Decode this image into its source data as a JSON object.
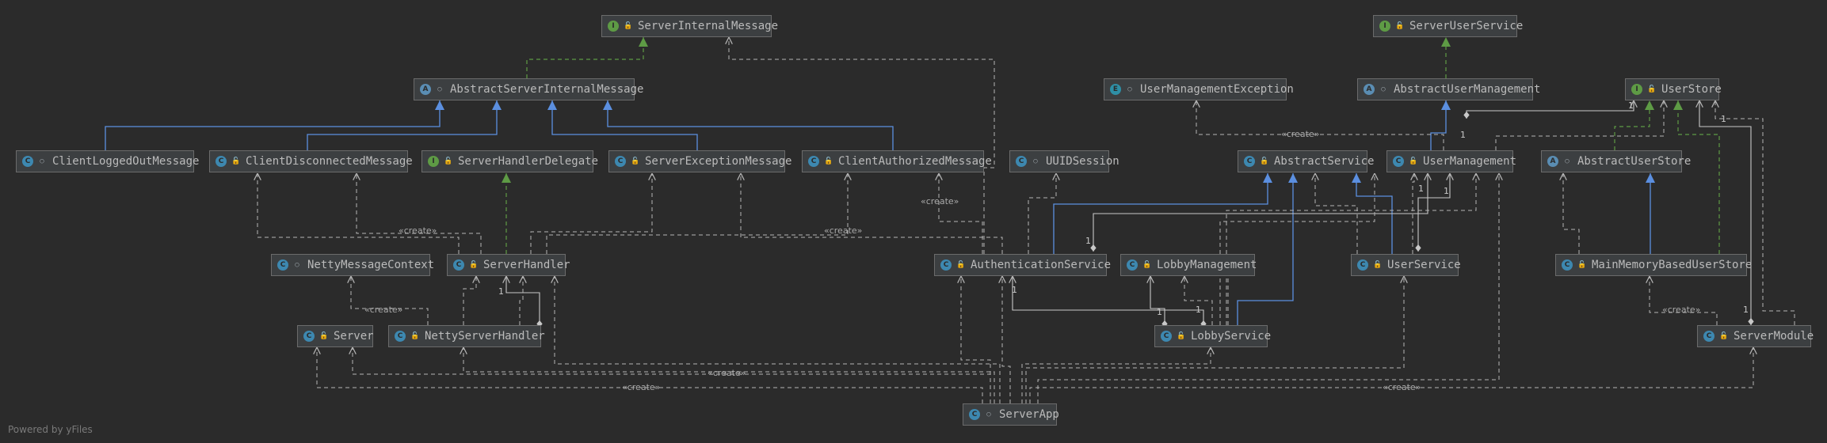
{
  "nodes": {
    "server_internal_message": {
      "name": "ServerInternalMessage",
      "kind": "interface",
      "visibility": "public",
      "icon": "interface-icon"
    },
    "abstract_server_internal_message": {
      "name": "AbstractServerInternalMessage",
      "kind": "abstract",
      "visibility": "package",
      "icon": "abstract-class-icon"
    },
    "client_logged_out_message": {
      "name": "ClientLoggedOutMessage",
      "kind": "class",
      "visibility": "package",
      "icon": "class-icon"
    },
    "client_disconnected_message": {
      "name": "ClientDisconnectedMessage",
      "kind": "class",
      "visibility": "public",
      "icon": "class-icon"
    },
    "server_handler_delegate": {
      "name": "ServerHandlerDelegate",
      "kind": "interface",
      "visibility": "public",
      "icon": "interface-icon"
    },
    "server_exception_message": {
      "name": "ServerExceptionMessage",
      "kind": "class",
      "visibility": "public",
      "icon": "class-icon"
    },
    "client_authorized_message": {
      "name": "ClientAuthorizedMessage",
      "kind": "class",
      "visibility": "public",
      "icon": "class-icon"
    },
    "uuid_session": {
      "name": "UUIDSession",
      "kind": "class",
      "visibility": "package",
      "icon": "class-icon"
    },
    "server_user_service": {
      "name": "ServerUserService",
      "kind": "interface",
      "visibility": "public",
      "icon": "interface-icon"
    },
    "user_management_exception": {
      "name": "UserManagementException",
      "kind": "exception",
      "visibility": "package",
      "icon": "exception-class-icon"
    },
    "abstract_user_management": {
      "name": "AbstractUserManagement",
      "kind": "abstract",
      "visibility": "package",
      "icon": "abstract-class-icon"
    },
    "user_store": {
      "name": "UserStore",
      "kind": "interface",
      "visibility": "public",
      "icon": "interface-icon"
    },
    "abstract_service": {
      "name": "AbstractService",
      "kind": "class",
      "visibility": "public",
      "icon": "class-icon"
    },
    "user_management": {
      "name": "UserManagement",
      "kind": "class",
      "visibility": "public",
      "icon": "class-icon"
    },
    "abstract_user_store": {
      "name": "AbstractUserStore",
      "kind": "abstract",
      "visibility": "package",
      "icon": "abstract-class-icon"
    },
    "netty_message_context": {
      "name": "NettyMessageContext",
      "kind": "class",
      "visibility": "package",
      "icon": "class-icon"
    },
    "server_handler": {
      "name": "ServerHandler",
      "kind": "class",
      "visibility": "public",
      "icon": "class-icon"
    },
    "authentication_service": {
      "name": "AuthenticationService",
      "kind": "class",
      "visibility": "public",
      "icon": "class-icon"
    },
    "lobby_management": {
      "name": "LobbyManagement",
      "kind": "class",
      "visibility": "public",
      "icon": "class-icon"
    },
    "user_service": {
      "name": "UserService",
      "kind": "class",
      "visibility": "public",
      "icon": "class-icon"
    },
    "main_memory_based_user_store": {
      "name": "MainMemoryBasedUserStore",
      "kind": "class",
      "visibility": "public",
      "icon": "class-icon"
    },
    "server": {
      "name": "Server",
      "kind": "class",
      "visibility": "public",
      "icon": "class-icon"
    },
    "netty_server_handler": {
      "name": "NettyServerHandler",
      "kind": "class",
      "visibility": "public",
      "icon": "class-icon"
    },
    "lobby_service": {
      "name": "LobbyService",
      "kind": "class",
      "visibility": "public",
      "icon": "class-icon"
    },
    "server_module": {
      "name": "ServerModule",
      "kind": "class",
      "visibility": "public",
      "icon": "class-icon"
    },
    "server_app": {
      "name": "ServerApp",
      "kind": "main-class",
      "visibility": "package",
      "icon": "runnable-class-icon"
    }
  },
  "labels": {
    "create": "«create»",
    "one": "1"
  },
  "footer": "Powered by yFiles",
  "colors": {
    "background": "#2b2b2b",
    "node_fill": "#3c3f41",
    "node_border": "#6b6b6b",
    "node_text": "#bbbbbb",
    "inheritance": "#5b8fe0",
    "realization": "#5e9b45",
    "dependency": "#b5b5b5"
  }
}
